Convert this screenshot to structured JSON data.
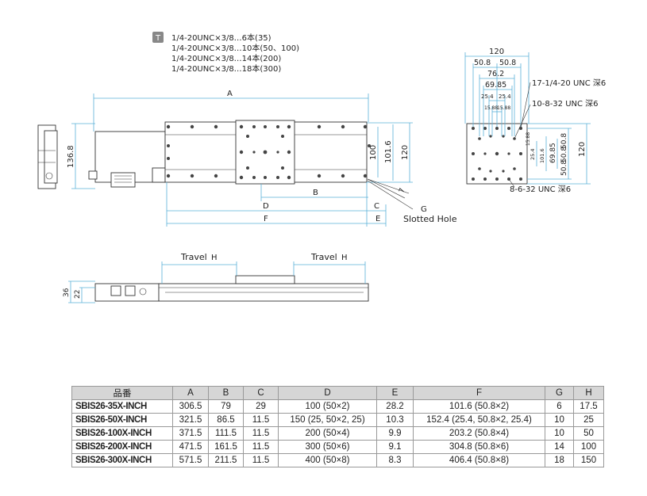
{
  "notes": {
    "icon": "tap-icon",
    "lines": [
      "1/4-20UNC×3/8…6本(35)",
      "1/4-20UNC×3/8…10本(50、100)",
      "1/4-20UNC×3/8…14本(200)",
      "1/4-20UNC×3/8…18本(300)"
    ]
  },
  "top_view": {
    "dim_a": "A",
    "dim_b": "B",
    "dim_d": "D",
    "dim_c": "C",
    "dim_f": "F",
    "dim_e": "E",
    "dim_g": "G",
    "dim_7": "7",
    "dim_100": "100",
    "dim_101_6": "101.6",
    "dim_120": "120",
    "dim_136_8": "136.8",
    "slotted_hole": "Slotted Hole"
  },
  "side_view": {
    "travel_left": "Travel",
    "travel_left_h": "H",
    "travel_right": "Travel",
    "travel_right_h": "H",
    "dim_36": "36",
    "dim_22": "22"
  },
  "end_view": {
    "d120": "120",
    "d50_8a": "50.8",
    "d50_8b": "50.8",
    "d76_2": "76.2",
    "d69_85a": "69.85",
    "d25_4a": "25.4",
    "d25_4b": "25.4",
    "d15_88a": "15.88",
    "d15_88b": "15.88",
    "label_17": "17-1/4-20 UNC 深6",
    "label_10": "10-8-32 UNC 深6",
    "label_8": "8-6-32 UNC 深6",
    "r120": "120",
    "r50_8a": "50.8",
    "r50_8b": "50.8",
    "r69_85": "69.85",
    "r101_6": "101.6",
    "r25_4": "25.4",
    "r15_88": "15.88",
    "r50_8c": "50.8"
  },
  "table": {
    "headers": [
      "品番",
      "A",
      "B",
      "C",
      "D",
      "E",
      "F",
      "G",
      "H"
    ],
    "rows": [
      [
        "SBIS26-35X-INCH",
        "306.5",
        "79",
        "29",
        "100 (50×2)",
        "28.2",
        "101.6 (50.8×2)",
        "6",
        "17.5"
      ],
      [
        "SBIS26-50X-INCH",
        "321.5",
        "86.5",
        "11.5",
        "150 (25, 50×2, 25)",
        "10.3",
        "152.4 (25.4, 50.8×2, 25.4)",
        "10",
        "25"
      ],
      [
        "SBIS26-100X-INCH",
        "371.5",
        "111.5",
        "11.5",
        "200 (50×4)",
        "9.9",
        "203.2 (50.8×4)",
        "10",
        "50"
      ],
      [
        "SBIS26-200X-INCH",
        "471.5",
        "161.5",
        "11.5",
        "300 (50×6)",
        "9.1",
        "304.8 (50.8×6)",
        "14",
        "100"
      ],
      [
        "SBIS26-300X-INCH",
        "571.5",
        "211.5",
        "11.5",
        "400 (50×8)",
        "8.3",
        "406.4 (50.8×8)",
        "18",
        "150"
      ]
    ]
  }
}
